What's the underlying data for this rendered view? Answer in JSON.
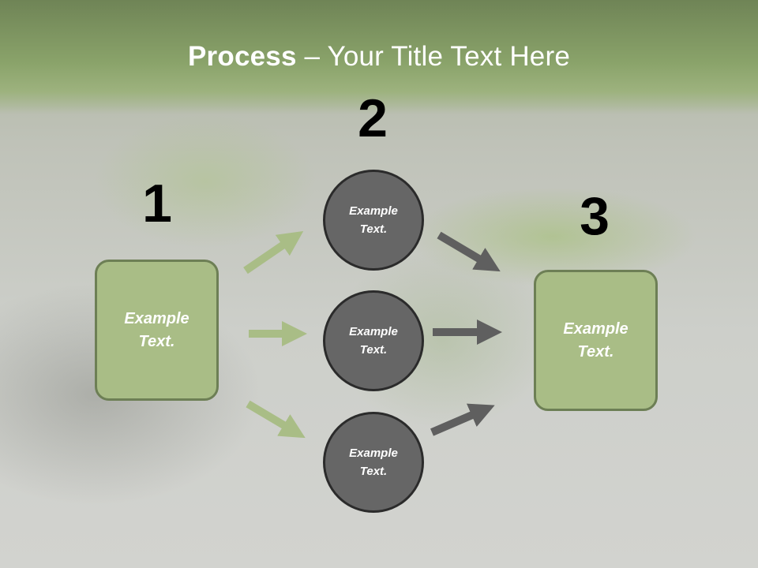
{
  "slide": {
    "title_bold": "Process",
    "title_rest": " – Your Title Text Here"
  },
  "steps": {
    "step1": {
      "number": "1",
      "text_line1": "Example",
      "text_line2": "Text."
    },
    "step2": {
      "number": "2",
      "circles": [
        {
          "line1": "Example",
          "line2": "Text."
        },
        {
          "line1": "Example",
          "line2": "Text."
        },
        {
          "line1": "Example",
          "line2": "Text."
        }
      ]
    },
    "step3": {
      "number": "3",
      "text_line1": "Example",
      "text_line2": "Text."
    }
  },
  "colors": {
    "header_green": "#8aa36a",
    "box_fill": "#a9bd86",
    "circle_fill": "#666666",
    "arrow_green": "#a9bd86",
    "arrow_gray": "#5f5f5f"
  }
}
